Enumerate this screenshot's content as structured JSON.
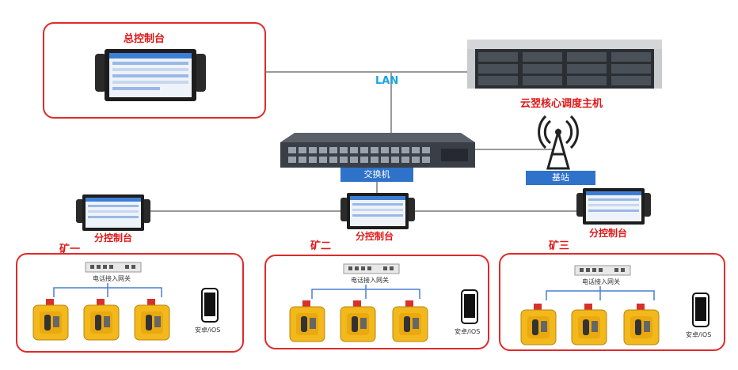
{
  "main_console": {
    "label": "总控制台"
  },
  "server": {
    "label": "云翌核心调度主机"
  },
  "network": {
    "lan_label": "LAN"
  },
  "switch": {
    "label": "交换机"
  },
  "base_station": {
    "label": "基站"
  },
  "mines": [
    {
      "name": "矿一",
      "sub_console": "分控制台",
      "gateway": "电话接入网关",
      "mobile": "安卓/iOS"
    },
    {
      "name": "矿二",
      "sub_console": "分控制台",
      "gateway": "电话接入网关",
      "mobile": "安卓/iOS"
    },
    {
      "name": "矿三",
      "sub_console": "分控制台",
      "gateway": "电话接入网关",
      "mobile": "安卓/iOS"
    }
  ],
  "colors": {
    "accent_red": "#e01818",
    "lan_blue": "#1aa3e0",
    "label_blue": "#2f72c9",
    "phone_yellow": "#f2b81c"
  }
}
